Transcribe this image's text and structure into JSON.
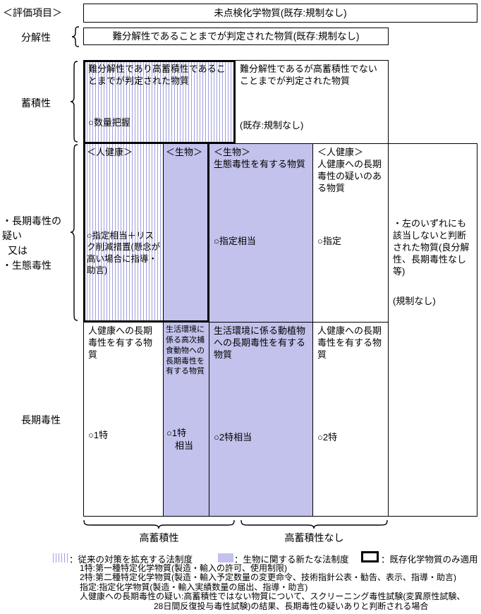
{
  "colors": {
    "blue_fill": "#c2c2ec",
    "hatch_stripe": "#9f9fe0",
    "border": "#000000"
  },
  "side": {
    "eval_label": "＜評価項目＞",
    "decomposability": "分解性",
    "accumulation": "蓄積性",
    "suspect_line1": "・長期毒性の疑い",
    "suspect_line2": "又は",
    "suspect_line3": "・生態毒性",
    "chronic": "長期毒性"
  },
  "top": {
    "unchecked": "未点検化学物質(既存:規制なし)",
    "persistent": "難分解性であることまでが判定された物質(既存:規制なし)"
  },
  "accumulation_row": {
    "high_text": "難分解性であり高蓄積性であることまでが判定された物質",
    "high_action": "○数量把握",
    "not_high_text": "難分解性であるが高蓄積性でないことまでが判定された物質",
    "not_high_note": "(既存:規制なし)"
  },
  "suspect_row": {
    "c1_header": "＜人健康＞",
    "c1_action": "○指定相当＋リスク削減措置(懸念が高い場合に指導・助言)",
    "c2_header": "＜生物＞",
    "c3_header": "＜生物＞",
    "c3_text": "生態毒性を有する物質",
    "c3_action": "○指定相当",
    "c4_header": "＜人健康＞",
    "c4_text": "人健康への長期毒性の疑いのある物質",
    "c4_action": "○指定"
  },
  "right_col": {
    "text": "・左のいずれにも該当しないと判断された物質(良分解性、長期毒性なし等)",
    "note": "(規制なし)"
  },
  "chronic_row": {
    "c1_text": "人健康への長期毒性を有する物質",
    "c1_action": "○1特",
    "c2_text": "生活環境に係る高次捕食動物への長期毒性を有する物質",
    "c2_action_line1": "○1特",
    "c2_action_line2": "相当",
    "c3_text": "生活環境に係る動植物への長期毒性を有する物質",
    "c3_action": "○2特相当",
    "c4_text": "人健康への長期毒性を有する物質",
    "c4_action": "○2特"
  },
  "braces": {
    "high_accumulation": "高蓄積性",
    "no_high_accumulation": "高蓄積性なし"
  },
  "legend": {
    "hatched_label": "：従来の対策を拡充する法制度",
    "blue_label": "：生物に関する新たな法制度",
    "thick_label": "：既存化学物質のみ適用"
  },
  "notes": [
    "1特:第一種特定化学物質(製造・輸入の許可、使用制限)",
    "2特:第二種特定化学物質(製造・輸入予定数量の変更命令、技術指針公表・勧告、表示、指導・助言)",
    "指定:指定化学物質(製造・輸入実績数量の届出、指導・助言)",
    "人健康への長期毒性の疑い:高蓄積性ではない物質について、スクリーニング毒性試験(変異原性試験、",
    "28日間反復投与毒性試験)の結果、長期毒性の疑いありと判断される場合"
  ]
}
